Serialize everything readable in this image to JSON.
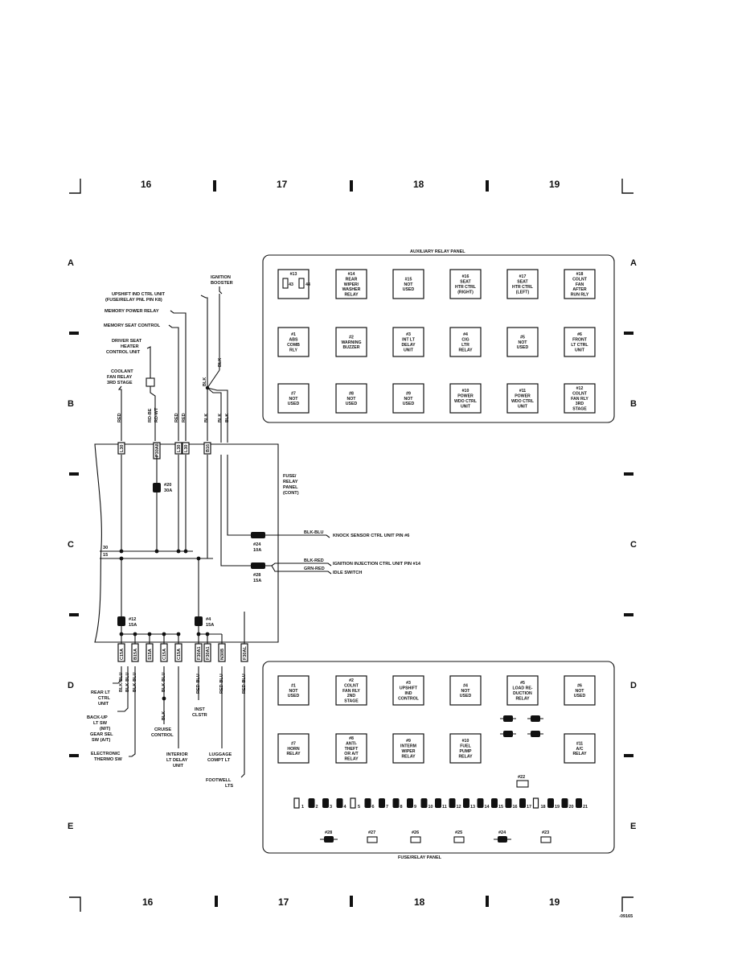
{
  "grid": {
    "columns": [
      "16",
      "17",
      "18",
      "19"
    ],
    "rows_left": [
      "A",
      "B",
      "C",
      "D",
      "E"
    ],
    "rows_right": [
      "A",
      "B",
      "C",
      "D",
      "E"
    ],
    "page_ref": "-09165"
  },
  "aux_panel": {
    "title": "AUXILIARY RELAY PANEL",
    "r13_title": "#13",
    "r13_pin_a": "43",
    "r13_pin_b": "44",
    "relays": [
      [
        "#14",
        "REAR",
        "WIPER/",
        "WASHER",
        "RELAY"
      ],
      [
        "#15",
        "NOT",
        "USED"
      ],
      [
        "#16",
        "SEAT",
        "HTR CTRL",
        "(RIGHT)"
      ],
      [
        "#17",
        "SEAT",
        "HTR CTRL",
        "(LEFT)"
      ],
      [
        "#18",
        "COLNT",
        "FAN",
        "AFTER",
        "RUN RLY"
      ],
      [
        "#1",
        "ABS",
        "COMB",
        "RLY"
      ],
      [
        "#2",
        "WARNING",
        "BUZZER"
      ],
      [
        "#3",
        "INT LT",
        "DELAY",
        "UNIT"
      ],
      [
        "#4",
        "CIG",
        "LTR",
        "RELAY"
      ],
      [
        "#5",
        "NOT",
        "USED"
      ],
      [
        "#6",
        "FRONT",
        "LT CTRL",
        "UNIT"
      ],
      [
        "#7",
        "NOT",
        "USED"
      ],
      [
        "#8",
        "NOT",
        "USED"
      ],
      [
        "#9",
        "NOT",
        "USED"
      ],
      [
        "#10",
        "POWER",
        "WDO CTRL",
        "UNIT"
      ],
      [
        "#11",
        "POWER",
        "WDO CTRL",
        "UNIT"
      ],
      [
        "#12",
        "COLNT",
        "FAN RLY",
        "3RD",
        "STAGE"
      ]
    ]
  },
  "fuse_panel": {
    "title": "FUSE/RELAY PANEL",
    "relays": [
      [
        "#1",
        "NOT",
        "USED"
      ],
      [
        "#2",
        "COLNT",
        "FAN RLY",
        "2ND",
        "STAGE"
      ],
      [
        "#3",
        "UPSHIFT",
        "IND",
        "CONTROL"
      ],
      [
        "#4",
        "NOT",
        "USED"
      ],
      [
        "#5",
        "LOAD RE-",
        "DUCTION",
        "RELAY"
      ],
      [
        "#6",
        "NOT",
        "USED"
      ],
      [
        "#7",
        "HORN",
        "RELAY"
      ],
      [
        "#8",
        "ANTI-",
        "THEFT",
        "OR A/T",
        "RELAY"
      ],
      [
        "#9",
        "INTERM",
        "WIPER",
        "RELAY"
      ],
      [
        "#10",
        "FUEL",
        "PUMP",
        "RELAY"
      ],
      [
        "#11",
        "A/C",
        "RELAY"
      ]
    ],
    "fuse_22": "#22",
    "fuse_row": [
      "1",
      "2",
      "3",
      "4",
      "5",
      "6",
      "7",
      "8",
      "9",
      "10",
      "11",
      "12",
      "13",
      "14",
      "15",
      "16",
      "17",
      "18",
      "19",
      "20",
      "21"
    ],
    "bottom_fuses": [
      "#28",
      "#27",
      "#26",
      "#25",
      "#24",
      "#23"
    ]
  },
  "upper_labels": {
    "ignition_booster": [
      "IGNITION",
      "BOOSTER"
    ],
    "upshift": [
      "UPSHIFT IND CTRL UNIT",
      "(FUSE/RELAY PNL PIN K8)"
    ],
    "memory_power": "MEMORY POWER RELAY",
    "memory_seat": "MEMORY SEAT CONTROL",
    "driver_seat": [
      "DRIVER SEAT",
      "HEATER",
      "CONTROL UNIT"
    ],
    "coolant": [
      "COOLANT",
      "FAN RELAY",
      "3RD STAGE"
    ]
  },
  "wire_colors": {
    "red1": "RED",
    "rdbe": "RD-BE",
    "rdwt": "RD-WT",
    "red2": "RED",
    "red3": "RED",
    "blk1": "BLK",
    "blk2": "BLK",
    "blk3": "BLK",
    "blk4": "BLK",
    "blk5": "BLK"
  },
  "top_circuits": [
    "L30",
    "P30A8",
    "L30",
    "L30",
    "B16"
  ],
  "fuse_relay_panel_cont": [
    "FUSE/",
    "RELAY",
    "PANEL",
    "(CONT)"
  ],
  "fuse20": [
    "#20",
    "30A"
  ],
  "fuse24": [
    "#24",
    "10A"
  ],
  "fuse28": [
    "#28",
    "15A"
  ],
  "fuse12": [
    "#12",
    "15A"
  ],
  "fuse4": [
    "#4",
    "15A"
  ],
  "bus": {
    "b30": "30",
    "b15": "15"
  },
  "right_wires": {
    "w1_color": "BLK-BLU",
    "w1_dest": "KNOCK SENSOR CTRL UNIT PIN #6",
    "w2_color": "BLK-RED",
    "w2_dest": "IGNITION INJECTION CTRL UNIT PIN #14",
    "w3_color": "GRN-RED",
    "w3_dest": "IDLE SWITCH"
  },
  "bottom_circuits": [
    "C15A",
    "B15A",
    "S15A",
    "C15A",
    "C15A",
    "F30A1",
    "F30A1",
    "N30B",
    "F30AL"
  ],
  "bottom_wire_colors": {
    "c1": "BLK-BLU",
    "c2": "BLK-BLU",
    "c3": "BLK-BLU",
    "c4": "BLK-BLU",
    "c5": "BLK",
    "c6": "RED-BLU",
    "c7": "RED-BLU",
    "c8": "RED-BLU"
  },
  "bottom_labels": {
    "rear_lt": [
      "REAR LT",
      "CTRL",
      "UNIT"
    ],
    "backup": [
      "BACK-UP",
      "LT SW",
      "(M/T)",
      "GEAR SEL",
      "SW (A/T)"
    ],
    "electronic": [
      "ELECTRONIC",
      "THERMO SW"
    ],
    "cruise": [
      "CRUISE",
      "CONTROL"
    ],
    "interior": [
      "INTERIOR",
      "LT DELAY",
      "UNIT"
    ],
    "inst": [
      "INST",
      "CLSTR"
    ],
    "luggage": [
      "LUGGAGE",
      "COMPT LT"
    ],
    "footwell": [
      "FOOTWELL",
      "LTS"
    ]
  }
}
